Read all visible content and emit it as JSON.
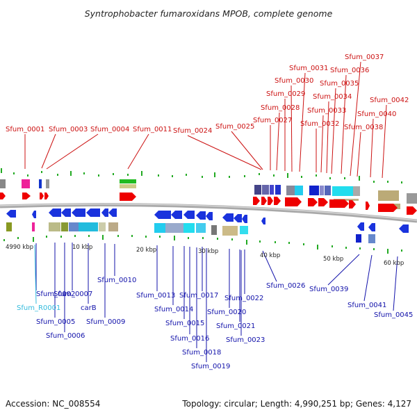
{
  "title": "Syntrophobacter fumaroxidans MPOB, complete genome",
  "footer": {
    "accession": "Accession: NC_008554",
    "topology": "Topology: circular; Length: 4,990,251 bp; Genes: 4,127"
  },
  "colors": {
    "forward_label": "#cc1111",
    "reverse_label": "#1111aa",
    "rna_label": "#33bbdd",
    "forward_arrow": "#ee0000",
    "reverse_arrow": "#1a33dd",
    "backbone": "#a9a9a9",
    "tick_mark": "#22aa22"
  },
  "scale_labels": [
    "4990 kbp",
    "10 kbp",
    "20 kbp",
    "30 kbp",
    "40 kbp",
    "50 kbp",
    "60 kbp"
  ],
  "top_labels": [
    "Sfum_0001",
    "Sfum_0003",
    "Sfum_0004",
    "Sfum_0011",
    "Sfum_0024",
    "Sfum_0025",
    "Sfum_0027",
    "Sfum_0028",
    "Sfum_0029",
    "Sfum_0030",
    "Sfum_0031",
    "Sfum_0032",
    "Sfum_0033",
    "Sfum_0034",
    "Sfum_0035",
    "Sfum_0036",
    "Sfum_0037",
    "Sfum_0038",
    "Sfum_0040",
    "Sfum_0042"
  ],
  "bottom_labels": [
    "Sfum_0002",
    "Sfum_R0001",
    "Sfum_0005",
    "Sfum_0006",
    "Sfum_0007",
    "carB",
    "Sfum_0009",
    "Sfum_0010",
    "Sfum_0013",
    "Sfum_0014",
    "Sfum_0015",
    "Sfum_0016",
    "Sfum_0017",
    "Sfum_0018",
    "Sfum_0019",
    "Sfum_0020",
    "Sfum_0021",
    "Sfum_0022",
    "Sfum_0023",
    "Sfum_0026",
    "Sfum_0039",
    "Sfum_0041",
    "Sfum_0045"
  ]
}
